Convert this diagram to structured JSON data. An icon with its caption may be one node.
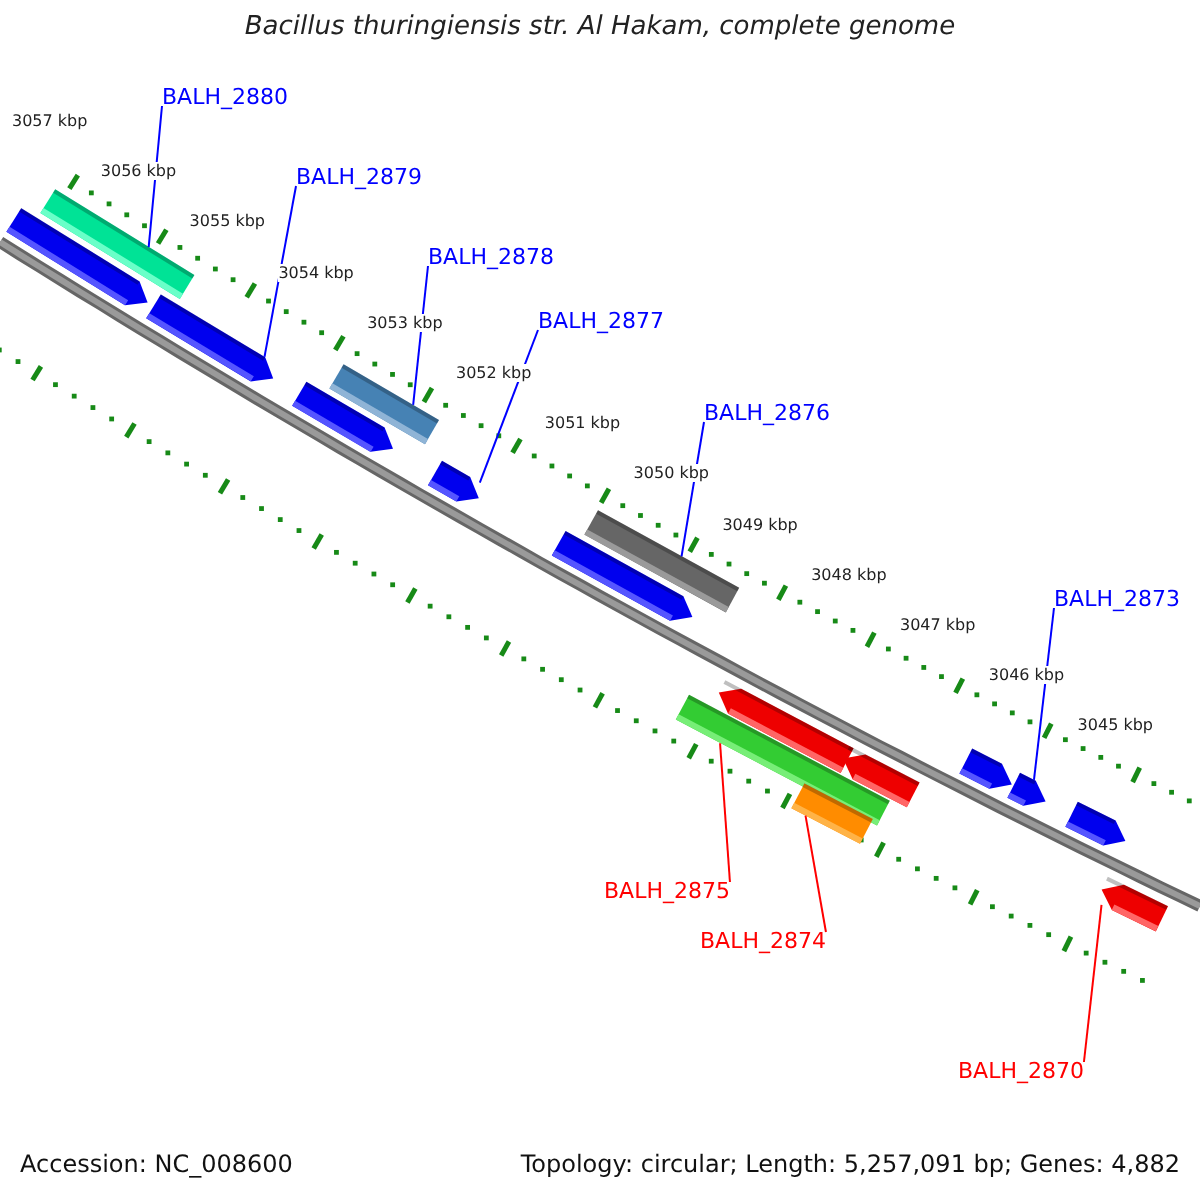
{
  "diagram": {
    "title": "Bacillus thuringiensis str. Al Hakam, complete genome",
    "nodes": [
      {
        "text": [
          "BALH_2880"
        ]
      },
      {
        "text": [],
        "shape": "bar"
      },
      {
        "text": [
          "BALH_2879"
        ]
      },
      {
        "text": [],
        "shape": "arrow"
      },
      {
        "text": [
          "BALH_2878"
        ]
      },
      {
        "text": [],
        "shape": "bar"
      },
      {
        "text": [
          "BALH_2877"
        ]
      },
      {
        "text": [],
        "shape": "arrow"
      },
      {
        "text": [
          "BALH_2876"
        ]
      },
      {
        "text": [],
        "shape": "bar"
      },
      {
        "text": [
          "BALH_2873"
        ]
      },
      {
        "text": [],
        "shape": "arrow"
      },
      {
        "text": [
          "BALH_2875"
        ]
      },
      {
        "text": [],
        "shape": "bar"
      },
      {
        "text": [
          "BALH_2874"
        ]
      },
      {
        "text": [],
        "shape": "bar"
      },
      {
        "text": [
          "BALH_2870"
        ]
      },
      {
        "text": [],
        "shape": "arrow"
      },
      {
        "text": [],
        "shape": "arrow"
      },
      {
        "text": [],
        "shape": "arrow"
      },
      {
        "text": [],
        "shape": "arrow"
      },
      {
        "text": [],
        "shape": "arrow"
      },
      {
        "text": [],
        "shape": "arrow"
      },
      {
        "text": [],
        "shape": "arrow"
      },
      {
        "text": [],
        "shape": "arrow"
      }
    ],
    "edges": [
      {
        "from": 0,
        "to": 1,
        "arrow": "none"
      },
      {
        "from": 2,
        "to": 3,
        "arrow": "none"
      },
      {
        "from": 4,
        "to": 5,
        "arrow": "none"
      },
      {
        "from": 6,
        "to": 7,
        "arrow": "none"
      },
      {
        "from": 8,
        "to": 9,
        "arrow": "none"
      },
      {
        "from": 10,
        "to": 11,
        "arrow": "none"
      },
      {
        "from": 12,
        "to": 13,
        "arrow": "none",
        "color": "#ff0000"
      },
      {
        "from": 14,
        "to": 15,
        "arrow": "none",
        "color": "#ff0000"
      },
      {
        "from": 16,
        "to": 17,
        "arrow": "none",
        "color": "#ff0000"
      }
    ],
    "labels": [
      "3057 kbp",
      "3056 kbp",
      "3055 kbp",
      "3054 kbp",
      "3053 kbp",
      "3052 kbp",
      "3051 kbp",
      "3050 kbp",
      "3049 kbp",
      "3048 kbp",
      "3047 kbp",
      "3046 kbp",
      "3045 kbp",
      "Accession: NC_008600",
      "Topology: circular; Length: 5,257,091 bp; Genes: 4,882"
    ]
  }
}
